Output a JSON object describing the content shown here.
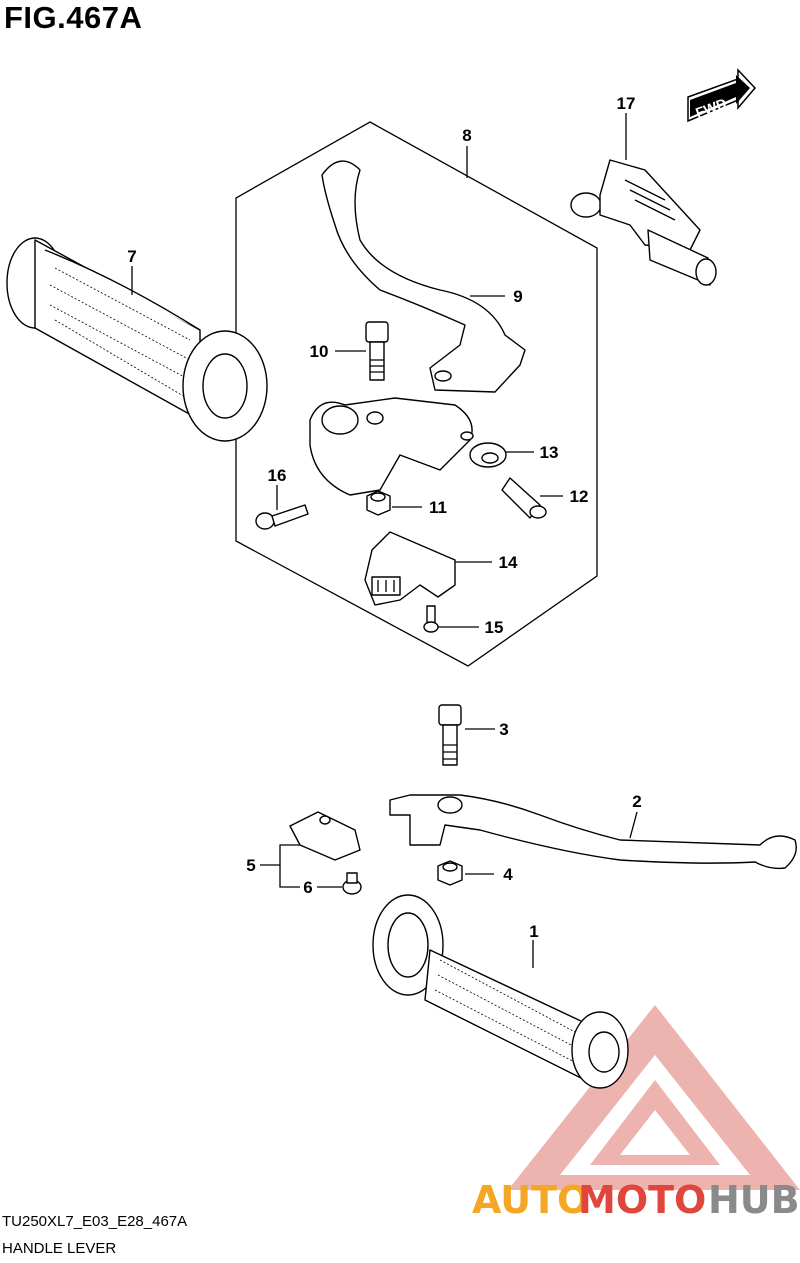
{
  "figure": {
    "title": "FIG.467A",
    "code": "TU250XL7_E03_E28_467A",
    "name": "HANDLE LEVER",
    "fwd_label": "FWD"
  },
  "callouts": {
    "p1": "1",
    "p2": "2",
    "p3": "3",
    "p4": "4",
    "p5": "5",
    "p6": "6",
    "p7": "7",
    "p8": "8",
    "p9": "9",
    "p10": "10",
    "p11": "11",
    "p12": "12",
    "p13": "13",
    "p14": "14",
    "p15": "15",
    "p16": "16",
    "p17": "17"
  },
  "watermark": {
    "part1": "AUTO",
    "part2": "MOTO",
    "part3": "HUB",
    "colors": {
      "auto": "#f5a623",
      "moto": "#e0463c",
      "hub": "#8a8a8a",
      "triangle": "#e0463c"
    }
  }
}
